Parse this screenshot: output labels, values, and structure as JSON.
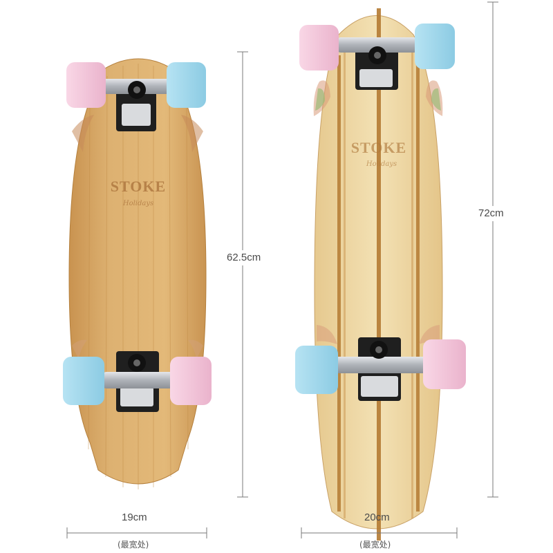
{
  "brand": {
    "name": "STOKE",
    "tagline": "Holidays"
  },
  "boards": [
    {
      "length": "62.5cm",
      "width": "19cm",
      "width_note": "(最宽处)"
    },
    {
      "length": "72cm",
      "width": "20cm",
      "width_note": "(最宽处)"
    }
  ],
  "colors": {
    "wheel_pink": "#f6c6dc",
    "wheel_blue": "#9fd8ec",
    "bamboo_left": "#dcb070",
    "bamboo_right": "#f1dcac",
    "stripe": "#b47a32",
    "truck": "#c0c3c8",
    "dim_line": "#777777"
  }
}
